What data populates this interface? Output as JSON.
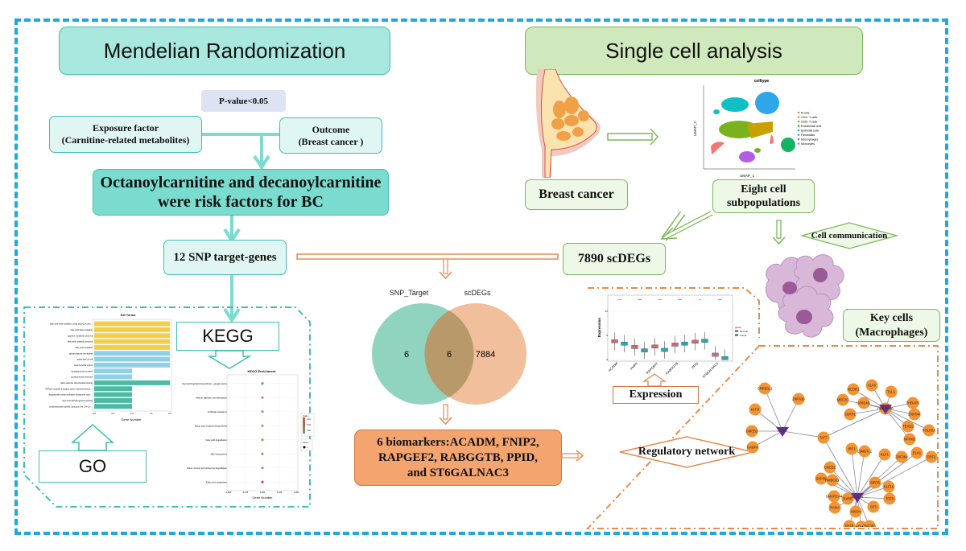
{
  "mr": {
    "title": "Mendelian Randomization",
    "pvalue": "P-value<0.05",
    "exposure_line1": "Exposure factor",
    "exposure_line2": "(Carnitine-related metabolites)",
    "outcome_line1": "Outcome",
    "outcome_line2": "(Breast cancer )",
    "risk_line1": "Octanoylcarnitine and decanoylcarnitine",
    "risk_line2": "were risk factors for BC",
    "snp_genes": "12 SNP target-genes"
  },
  "sc": {
    "title": "Single cell analysis",
    "breast_cancer": "Breast cancer",
    "eight_line1": "Eight cell",
    "eight_line2": "subpopulations",
    "scdegs": "7890 scDEGs",
    "cell_comm": "Cell communication",
    "key_line1": "Key cells",
    "key_line2": "(Macrophages)",
    "umap": {
      "title": "celltype",
      "xlabel": "UMAP_1",
      "ylabel": "UMAP_2",
      "legend": [
        "B-cells",
        "CD4+ T-cells",
        "CD8+ T-cells",
        "Endothelial cells",
        "Epithelial cells",
        "Fibroblasts",
        "Macrophages",
        "Monocytes"
      ],
      "colors": [
        "#f07a72",
        "#c8a000",
        "#7ab21e",
        "#13b35f",
        "#10bfc4",
        "#2ea6e8",
        "#b45be8",
        "#e05bc8"
      ]
    }
  },
  "venn": {
    "left_label": "SNP_Target",
    "right_label": "scDEGs",
    "left_only": "6",
    "overlap": "6",
    "right_only": "7884"
  },
  "biomarkers": {
    "line1": "6 biomarkers:ACADM, FNIP2,",
    "line2": "RAPGEF2, RABGGTB, PPID,",
    "line3": "and ST6GALNAC3"
  },
  "go": {
    "callout": "GO",
    "chart_title": "GO Terms",
    "xlabel": "Gene Number",
    "xticks": [
      "0.0",
      "0.5",
      "1.0",
      "1.5",
      "2.0"
    ],
    "terms": [
      {
        "label": "fatty acid beta-oxidation using acyl-CoA dehydrogenase",
        "value": 2,
        "cat": "BP"
      },
      {
        "label": "fatty acid beta-oxidation",
        "value": 2,
        "cat": "BP"
      },
      {
        "label": "pigment metabolic process",
        "value": 2,
        "cat": "BP"
      },
      {
        "label": "fatty acid catabolic process",
        "value": 2,
        "cat": "BP"
      },
      {
        "label": "fatty acid oxidation",
        "value": 2,
        "cat": "BP"
      },
      {
        "label": "apical plasma membrane",
        "value": 2,
        "cat": "CC"
      },
      {
        "label": "apical part of cell",
        "value": 2,
        "cat": "CC"
      },
      {
        "label": "mitochondrial matrix",
        "value": 2,
        "cat": "CC"
      },
      {
        "label": "synaptonemal complex",
        "value": 1,
        "cat": "CC"
      },
      {
        "label": "synaptonemal structure",
        "value": 1,
        "cat": "CC"
      },
      {
        "label": "flavin adenine dinucleotide binding",
        "value": 2,
        "cat": "MF"
      },
      {
        "label": "ATPase-coupled inorganic anion transmembrane transporter activity",
        "value": 1,
        "cat": "MF"
      },
      {
        "label": "oligopeptide transmembrane transporter activity",
        "value": 1,
        "cat": "MF"
      },
      {
        "label": "acyl-CoA dehydrogenase activity",
        "value": 1,
        "cat": "MF"
      },
      {
        "label": "oxidoreductase activity, acting on the CH-CH group of donors, with a flavin as acceptor",
        "value": 1,
        "cat": "MF"
      }
    ],
    "colors": {
      "BP": "#f2cd4a",
      "CC": "#8fd0e6",
      "MF": "#4bbba4"
    }
  },
  "kegg": {
    "callout": "KEGG",
    "chart_title": "KEGG Enrichment",
    "xlabel": "Gene Number",
    "xticks": [
      "0.950",
      "0.975",
      "1.000",
      "1.025",
      "1.050"
    ],
    "legend_title": "pvalue",
    "legend_values": [
      "0.04",
      "0.03",
      "0.02"
    ],
    "count_title": "Count",
    "count_value": "1",
    "pathways": [
      {
        "label": "Glycosphingolipid biosynthesis - ganglio series",
        "value": 1,
        "color": "#5aa37a"
      },
      {
        "label": "Vitamin digestion and absorption",
        "value": 1,
        "color": "#b89a6a"
      },
      {
        "label": "Antifolate resistance",
        "value": 1,
        "color": "#b89a6a"
      },
      {
        "label": "Mucin type O-glycan biosynthesis",
        "value": 1,
        "color": "#b89a6a"
      },
      {
        "label": "Fatty acid degradation",
        "value": 1,
        "color": "#c98a5e"
      },
      {
        "label": "ABC transporters",
        "value": 1,
        "color": "#c98a5e"
      },
      {
        "label": "Valine, leucine and isoleucine degradation",
        "value": 1,
        "color": "#c98a5e"
      },
      {
        "label": "Fatty acid metabolism",
        "value": 1,
        "color": "#e0483c"
      }
    ]
  },
  "expression": {
    "callout": "Expression",
    "ylabel": "Expression",
    "yticks": [
      "0",
      "5",
      "10"
    ],
    "legend_title": "group",
    "groups": [
      "Normal",
      "Tumor"
    ],
    "group_colors": [
      "#c46e78",
      "#2ea6a8"
    ],
    "genes": [
      "ACADM",
      "FNIP2",
      "RAPGEF2",
      "RABGGTB",
      "PPID",
      "ST6GALNAC3"
    ],
    "significance": [
      "****",
      "****",
      "****",
      "****",
      "**",
      "****"
    ],
    "normal_median": [
      3.8,
      2.6,
      2.7,
      3.1,
      3.7,
      1.0
    ],
    "tumor_median": [
      3.3,
      1.9,
      2.0,
      3.3,
      3.9,
      0.3
    ]
  },
  "network": {
    "callout": "Regulatory network",
    "hubs": [
      "RABGGTB",
      "ACADM",
      "FNIP2"
    ],
    "nodes": [
      "CREB3L1",
      "ZNF639",
      "KLF9",
      "GMEB2",
      "GABPA",
      "TAF7",
      "NCOR1",
      "KLF6",
      "TAL1",
      "MEF2C",
      "ARID4B",
      "SMAD5",
      "SSRP1",
      "THRAP3",
      "ZNF644",
      "TEAD2",
      "POLR2A",
      "NFRKB",
      "IRF1",
      "L3MBTL2",
      "KLF1",
      "ZNF384",
      "ELK1",
      "DPF2",
      "CREB1",
      "SAP30",
      "HMBOX1",
      "SMARCA4",
      "SIRT6",
      "KLF16",
      "TFE3",
      "RXRB",
      "RARA",
      "MXD4",
      "SP1",
      "PHF8",
      "HDM5B",
      "ZNF350"
    ]
  }
}
